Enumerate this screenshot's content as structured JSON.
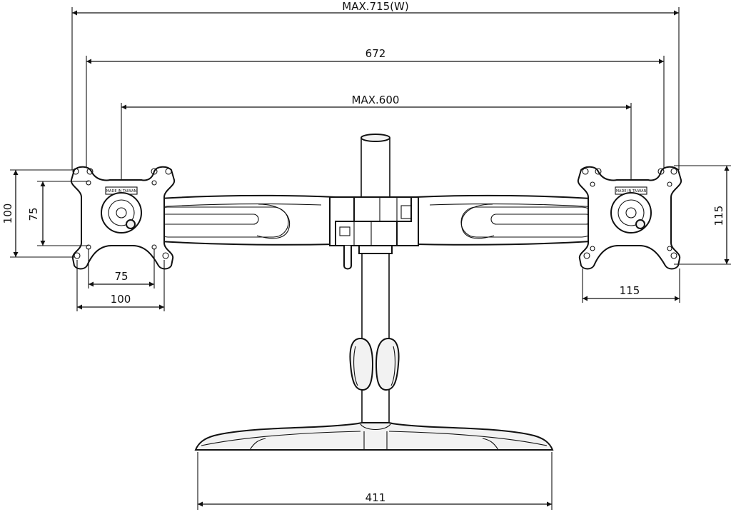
{
  "dimensions": {
    "overall_width": "MAX.715(W)",
    "arm_span": "672",
    "vesa_center_span": "MAX.600",
    "left_plate_outer_height": "100",
    "left_plate_inner_height": "75",
    "left_plate_inner_width": "75",
    "left_plate_outer_width": "100",
    "right_plate_height": "115",
    "right_plate_width": "115",
    "base_width": "411"
  },
  "plate_marks": {
    "left": "MADE IN TAIWAN",
    "right": "MADE IN TAIWAN"
  }
}
